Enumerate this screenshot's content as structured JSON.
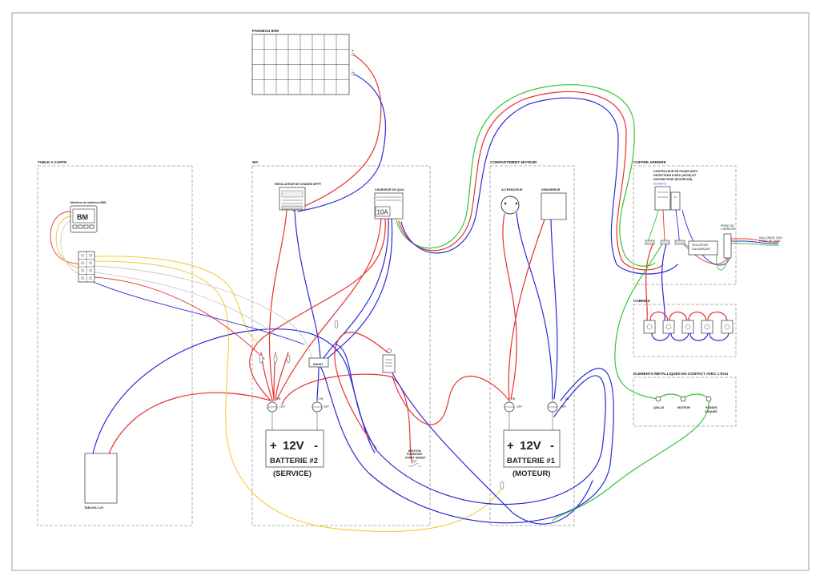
{
  "solar_panel": {
    "label": "PANNEAU 80W",
    "terminal_plus": "+",
    "terminal_minus": "-"
  },
  "zones": {
    "chart_table": "TABLE A CARTE",
    "wc": "WC",
    "engine_compartment": "COMPARTIMENT MOTEUR",
    "aft_locker": "COFFRE ARRIERE",
    "cabins": "CABINES",
    "wet_metal": "ELEMENTS METALLIQUES EN CONTACT AVEC L'EAU"
  },
  "battery_monitor": {
    "label": "Moniteur de batteries BM1",
    "display": "BM"
  },
  "mppt": {
    "label": "REGULATEUR DE CHARGE MPPT"
  },
  "shore_charger": {
    "label": "CHARGEUR DE QUAI",
    "rating": "10A"
  },
  "alternator": {
    "label": "ALTERNATEUR"
  },
  "starter": {
    "label": "DEMARREUR"
  },
  "breaker": {
    "lines": [
      "CONTROLEUR DE PHASE AVEC",
      "DETECTEUR D'ARC (AFDD) ET",
      "DISJONCTEUR (RCD/RCCB)"
    ],
    "brand": "SIEMENS"
  },
  "galvanic_isolator": {
    "lines": [
      "ISOLATEUR",
      "GALVANIQUE"
    ]
  },
  "shore_inlet": {
    "lines": [
      "PRISE DE",
      "L'ARRIVEE"
    ]
  },
  "shore_cable": {
    "lines": [
      "RALLONGE 230V",
      "PRISE DE QUAI"
    ]
  },
  "shunt": {
    "label": "SHUNT"
  },
  "start_assist": {
    "lines": [
      "BOUTON",
      "POUSSOIR",
      "START ASSIST"
    ]
  },
  "panel_12v": {
    "label": "TABLEAU 12V"
  },
  "switch_labels": {
    "on": "ON",
    "off": "OFF"
  },
  "batteries": [
    {
      "plus": "+",
      "voltage": "12V",
      "minus": "-",
      "name": "BATTERIE #2",
      "role": "(SERVICE)"
    },
    {
      "plus": "+",
      "voltage": "12V",
      "minus": "-",
      "name": "BATTERIE #1",
      "role": "(MOTEUR)"
    }
  ],
  "ground_points": [
    {
      "lines": [
        "QUILLE"
      ]
    },
    {
      "lines": [
        "MOTEUR"
      ]
    },
    {
      "lines": [
        "PASSES",
        "COQUES"
      ]
    }
  ],
  "wire_colors": {
    "positive": "#e8312f",
    "negative": "#2b2bd6",
    "earth": "#33c633",
    "signal": "#f2c218",
    "data": "#c9c9c9"
  }
}
